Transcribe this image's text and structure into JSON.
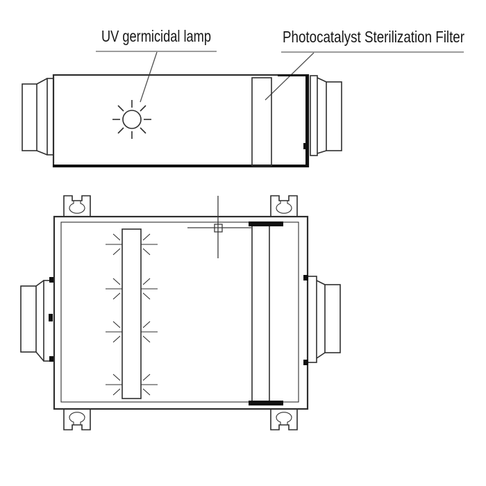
{
  "colors": {
    "background": "#ffffff",
    "line": "#2e2e2e",
    "heavy": "#101010",
    "underline": "#9c9c9c",
    "leader": "#4f4f4f",
    "text": "#171717"
  },
  "labels": {
    "uv_lamp": "UV germicidal lamp",
    "filter": "Photocatalyst Sterilization Filter"
  },
  "icons": {
    "uv_lamp_symbol": "sun-rays-circle",
    "mounting_bracket": "keyhole-slot-tab"
  }
}
